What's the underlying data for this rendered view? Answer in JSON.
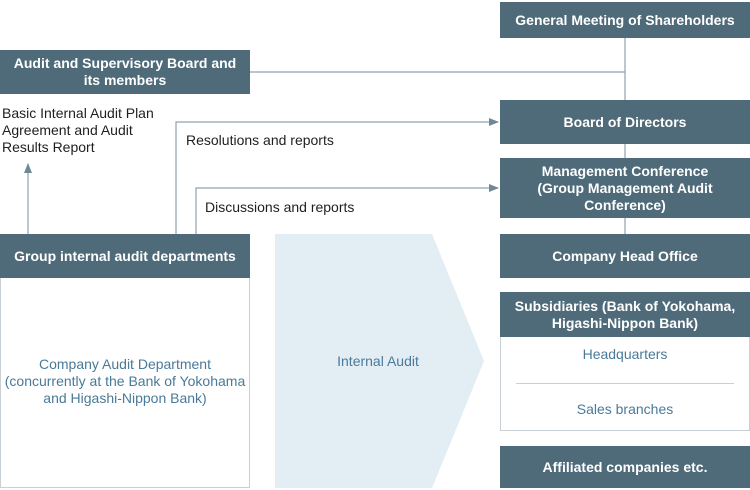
{
  "colors": {
    "box_fill": "#4f6b7a",
    "connector": "#8fa3b0",
    "arrow_band": "#e3edf4",
    "blue_text": "#4a7a99"
  },
  "nodes": {
    "shareholders": "General Meeting of Shareholders",
    "audit_board": "Audit and Supervisory Board and its members",
    "board_of_directors": "Board of Directors",
    "management_conference": "Management Conference (Group Management Audit Conference)",
    "group_audit_departments": "Group internal audit departments",
    "company_head_office": "Company Head Office",
    "subsidiaries": "Subsidiaries (Bank of Yokohama, Higashi-Nippon Bank)",
    "affiliated": "Affiliated companies etc."
  },
  "labels": {
    "plan_report": "Basic Internal Audit Plan Agreement and Audit Results Report",
    "resolutions": "Resolutions and reports",
    "discussions": "Discussions and reports",
    "company_audit_dept": "Company Audit Department (concurrently at the Bank of Yokohama and Higashi-Nippon Bank)",
    "internal_audit": "Internal Audit",
    "headquarters": "Headquarters",
    "sales_branches": "Sales branches"
  }
}
